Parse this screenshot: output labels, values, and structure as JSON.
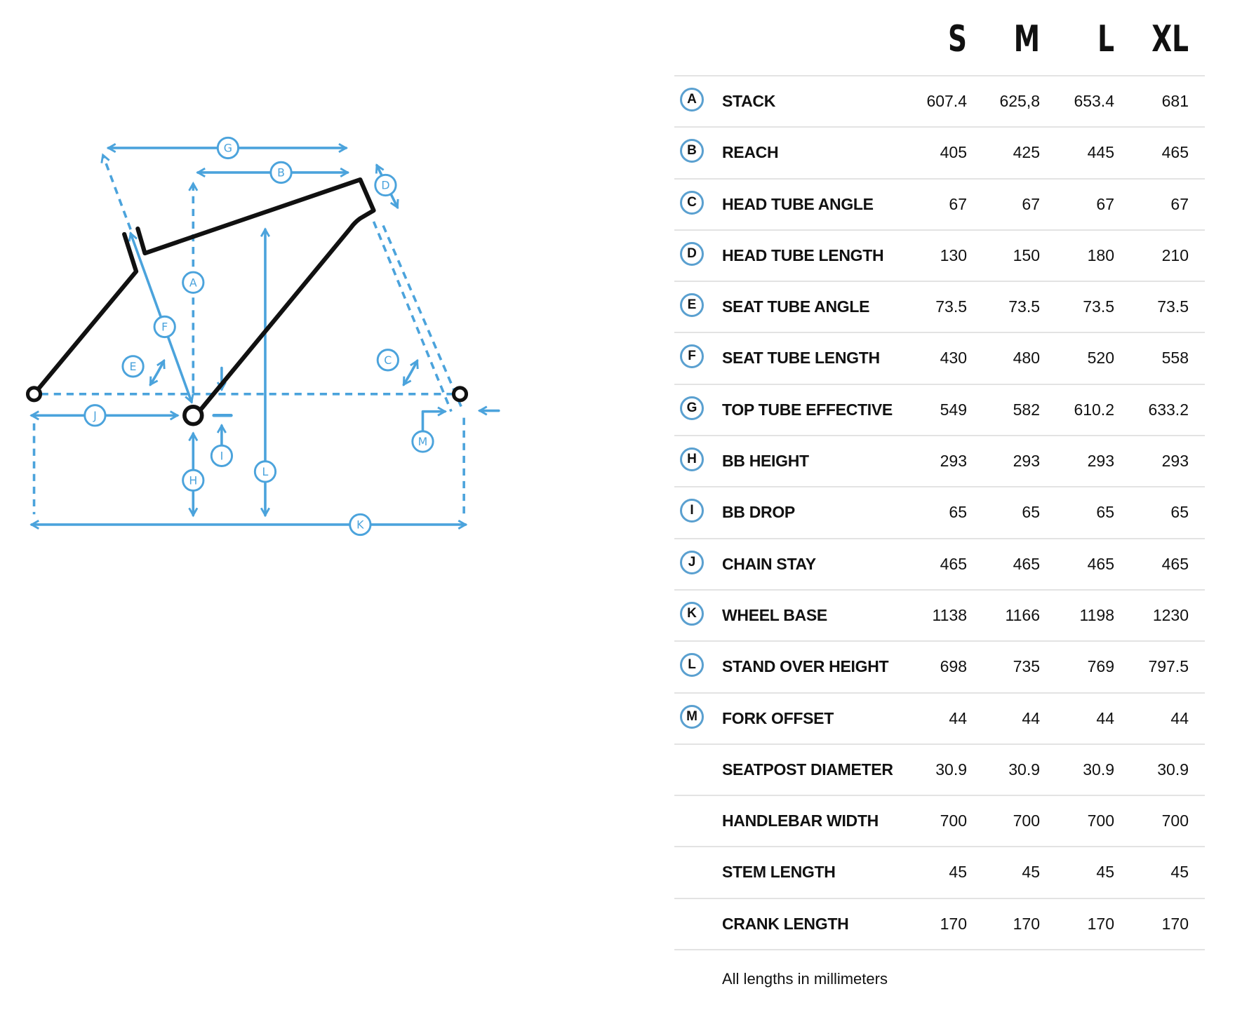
{
  "sizes": [
    "S",
    "M",
    "L",
    "XL"
  ],
  "rows": [
    {
      "badge": "A",
      "label": "STACK",
      "values": [
        "607.4",
        "625,8",
        "653.4",
        "681"
      ]
    },
    {
      "badge": "B",
      "label": "REACH",
      "values": [
        "405",
        "425",
        "445",
        "465"
      ]
    },
    {
      "badge": "C",
      "label": "HEAD TUBE ANGLE",
      "values": [
        "67",
        "67",
        "67",
        "67"
      ]
    },
    {
      "badge": "D",
      "label": "HEAD TUBE LENGTH",
      "values": [
        "130",
        "150",
        "180",
        "210"
      ]
    },
    {
      "badge": "E",
      "label": "SEAT TUBE ANGLE",
      "values": [
        "73.5",
        "73.5",
        "73.5",
        "73.5"
      ]
    },
    {
      "badge": "F",
      "label": "SEAT TUBE LENGTH",
      "values": [
        "430",
        "480",
        "520",
        "558"
      ]
    },
    {
      "badge": "G",
      "label": "TOP TUBE EFFECTIVE",
      "values": [
        "549",
        "582",
        "610.2",
        "633.2"
      ]
    },
    {
      "badge": "H",
      "label": "BB HEIGHT",
      "values": [
        "293",
        "293",
        "293",
        "293"
      ]
    },
    {
      "badge": "I",
      "label": "BB DROP",
      "values": [
        "65",
        "65",
        "65",
        "65"
      ]
    },
    {
      "badge": "J",
      "label": "CHAIN STAY",
      "values": [
        "465",
        "465",
        "465",
        "465"
      ]
    },
    {
      "badge": "K",
      "label": "WHEEL BASE",
      "values": [
        "1138",
        "1166",
        "1198",
        "1230"
      ]
    },
    {
      "badge": "L",
      "label": "STAND OVER HEIGHT",
      "values": [
        "698",
        "735",
        "769",
        "797.5"
      ]
    },
    {
      "badge": "M",
      "label": "FORK OFFSET",
      "values": [
        "44",
        "44",
        "44",
        "44"
      ]
    },
    {
      "badge": "",
      "label": "SEATPOST DIAMETER",
      "values": [
        "30.9",
        "30.9",
        "30.9",
        "30.9"
      ]
    },
    {
      "badge": "",
      "label": "HANDLEBAR WIDTH",
      "values": [
        "700",
        "700",
        "700",
        "700"
      ]
    },
    {
      "badge": "",
      "label": "STEM LENGTH",
      "values": [
        "45",
        "45",
        "45",
        "45"
      ]
    },
    {
      "badge": "",
      "label": "CRANK LENGTH",
      "values": [
        "170",
        "170",
        "170",
        "170"
      ]
    }
  ],
  "footnote": "All lengths in millimeters",
  "diagram": {
    "A": "A",
    "B": "B",
    "C": "C",
    "D": "D",
    "E": "E",
    "F": "F",
    "G": "G",
    "H": "H",
    "I": "I",
    "J": "J",
    "K": "K",
    "L": "L",
    "M": "M"
  },
  "colors": {
    "accent": "#4ba3dc",
    "frame": "#111111"
  }
}
